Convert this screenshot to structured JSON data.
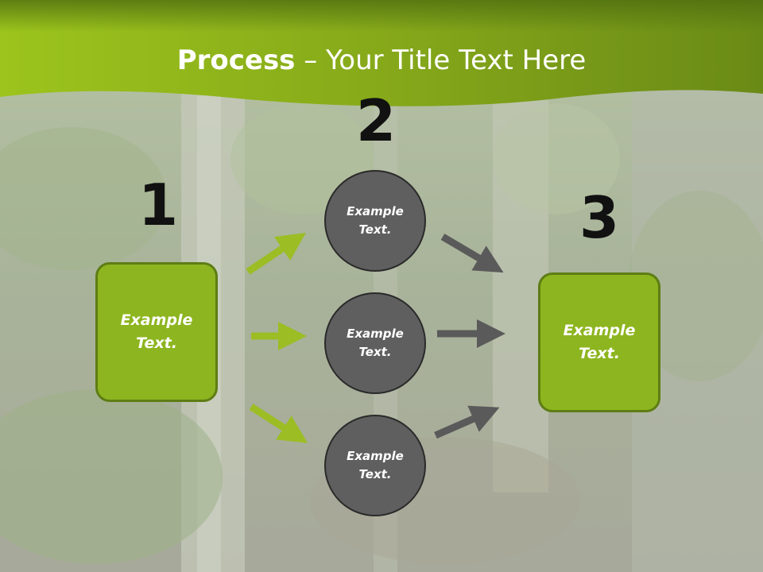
{
  "title": {
    "bold": "Process",
    "rest": " – Your Title Text Here"
  },
  "steps": [
    {
      "number": "1",
      "text": "Example Text."
    },
    {
      "number": "2",
      "text": ""
    },
    {
      "number": "3",
      "text": "Example Text."
    }
  ],
  "circles": [
    {
      "text": "Example Text."
    },
    {
      "text": "Example Text."
    },
    {
      "text": "Example Text."
    }
  ],
  "colors": {
    "accent_green": "#8db51f",
    "box_border": "#5e7d14",
    "circle_fill": "#5f5f5f",
    "arrow_green": "#9cbd24",
    "arrow_gray": "#5a5a5a"
  }
}
